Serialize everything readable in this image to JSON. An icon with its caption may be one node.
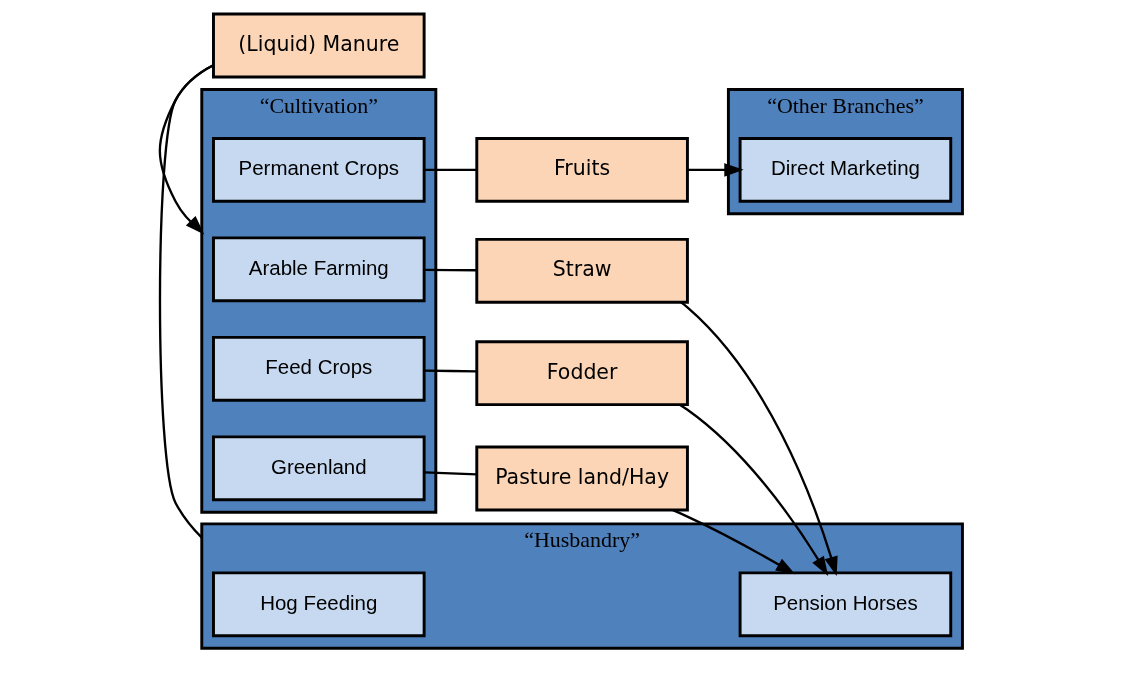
{
  "diagram": {
    "nodes": [
      {
        "text": [
          "“Cultivation”"
        ]
      },
      {
        "text": [
          "Arable Farming"
        ],
        "in": 0
      },
      {
        "text": [
          "Feed Crops"
        ],
        "in": 0
      },
      {
        "text": [
          "Permanent Crops"
        ],
        "in": 0
      },
      {
        "text": [
          "Greenland"
        ],
        "in": 0
      },
      {
        "text": [
          "“Husbandry”"
        ]
      },
      {
        "text": [
          "Hog Feeding"
        ],
        "in": 5
      },
      {
        "text": [
          "Pension Horses"
        ],
        "in": 5
      },
      {
        "text": [
          "“Other Branches”"
        ]
      },
      {
        "text": [
          "Direct Marketing"
        ],
        "in": 8
      },
      {
        "text": [
          "(Liquid) Manure"
        ]
      },
      {
        "text": [
          "Straw"
        ]
      },
      {
        "text": [
          "Fodder"
        ]
      },
      {
        "text": [
          "Pasture land/Hay"
        ]
      },
      {
        "text": [
          "Fruits"
        ]
      }
    ],
    "edges": [
      {
        "from": 5,
        "to": 10,
        "arrow": "none"
      },
      {
        "from": 10,
        "to": 0,
        "arrow": "to"
      },
      {
        "from": 1,
        "to": 11,
        "arrow": "none"
      },
      {
        "from": 11,
        "to": 7,
        "arrow": "to"
      },
      {
        "from": 2,
        "to": 12,
        "arrow": "none"
      },
      {
        "from": 12,
        "to": 7,
        "arrow": "to"
      },
      {
        "from": 4,
        "to": 13,
        "arrow": "none"
      },
      {
        "from": 13,
        "to": 7,
        "arrow": "to"
      },
      {
        "from": 3,
        "to": 14,
        "arrow": "none"
      },
      {
        "from": 14,
        "to": 9,
        "arrow": "to"
      }
    ]
  }
}
